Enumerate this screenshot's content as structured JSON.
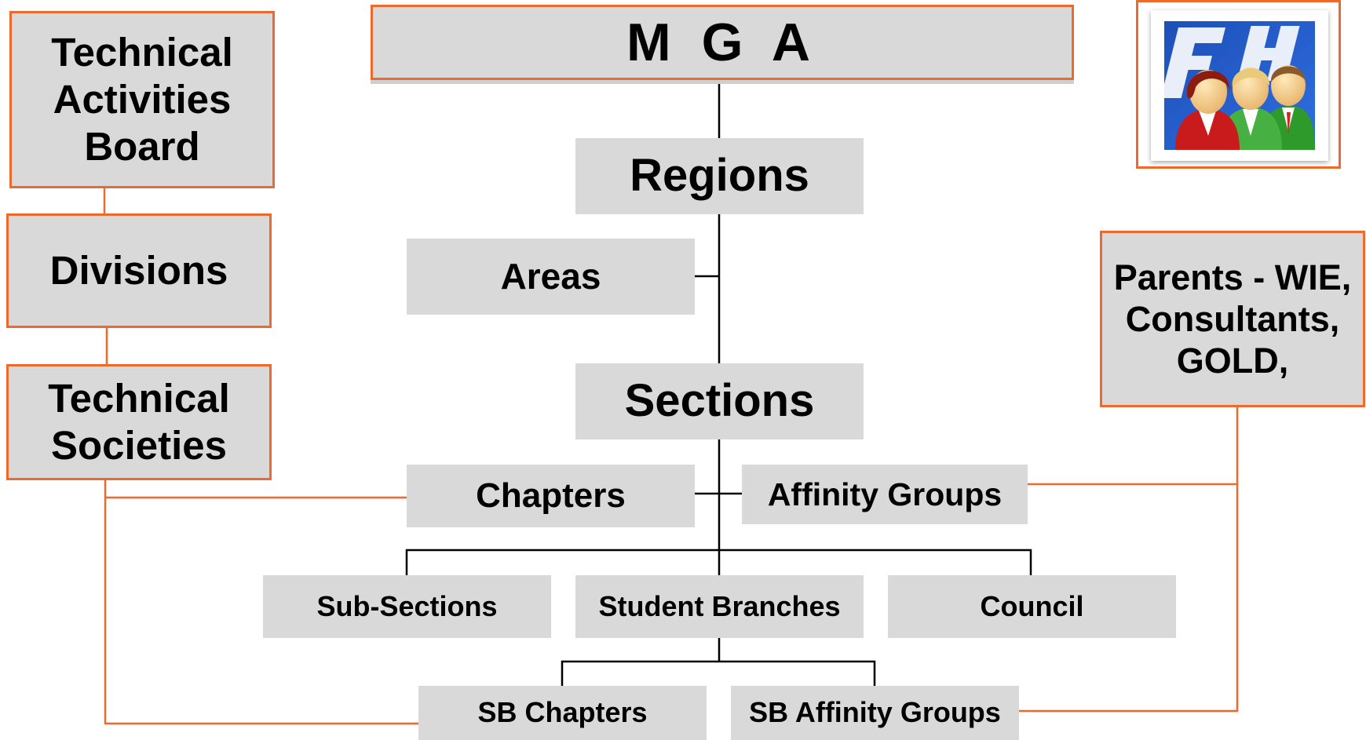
{
  "diagram": {
    "mga": "M G A",
    "regions": "Regions",
    "areas": "Areas",
    "sections": "Sections",
    "chapters": "Chapters",
    "affinity_groups": "Affinity Groups",
    "sub_sections": "Sub-Sections",
    "student_branches": "Student Branches",
    "council": "Council",
    "sb_chapters": "SB Chapters",
    "sb_affinity_groups": "SB Affinity Groups",
    "technical_activities_board": "Technical\nActivities\nBoard",
    "divisions": "Divisions",
    "technical_societies": "Technical\nSocieties",
    "parents": "Parents - WIE,\nConsultants,\nGOLD,"
  },
  "logo": {
    "icon": "group-of-people-icon"
  },
  "colors": {
    "box_fill": "#d9d9d9",
    "accent_orange": "#ee6a2c",
    "connector_black": "#000000"
  }
}
